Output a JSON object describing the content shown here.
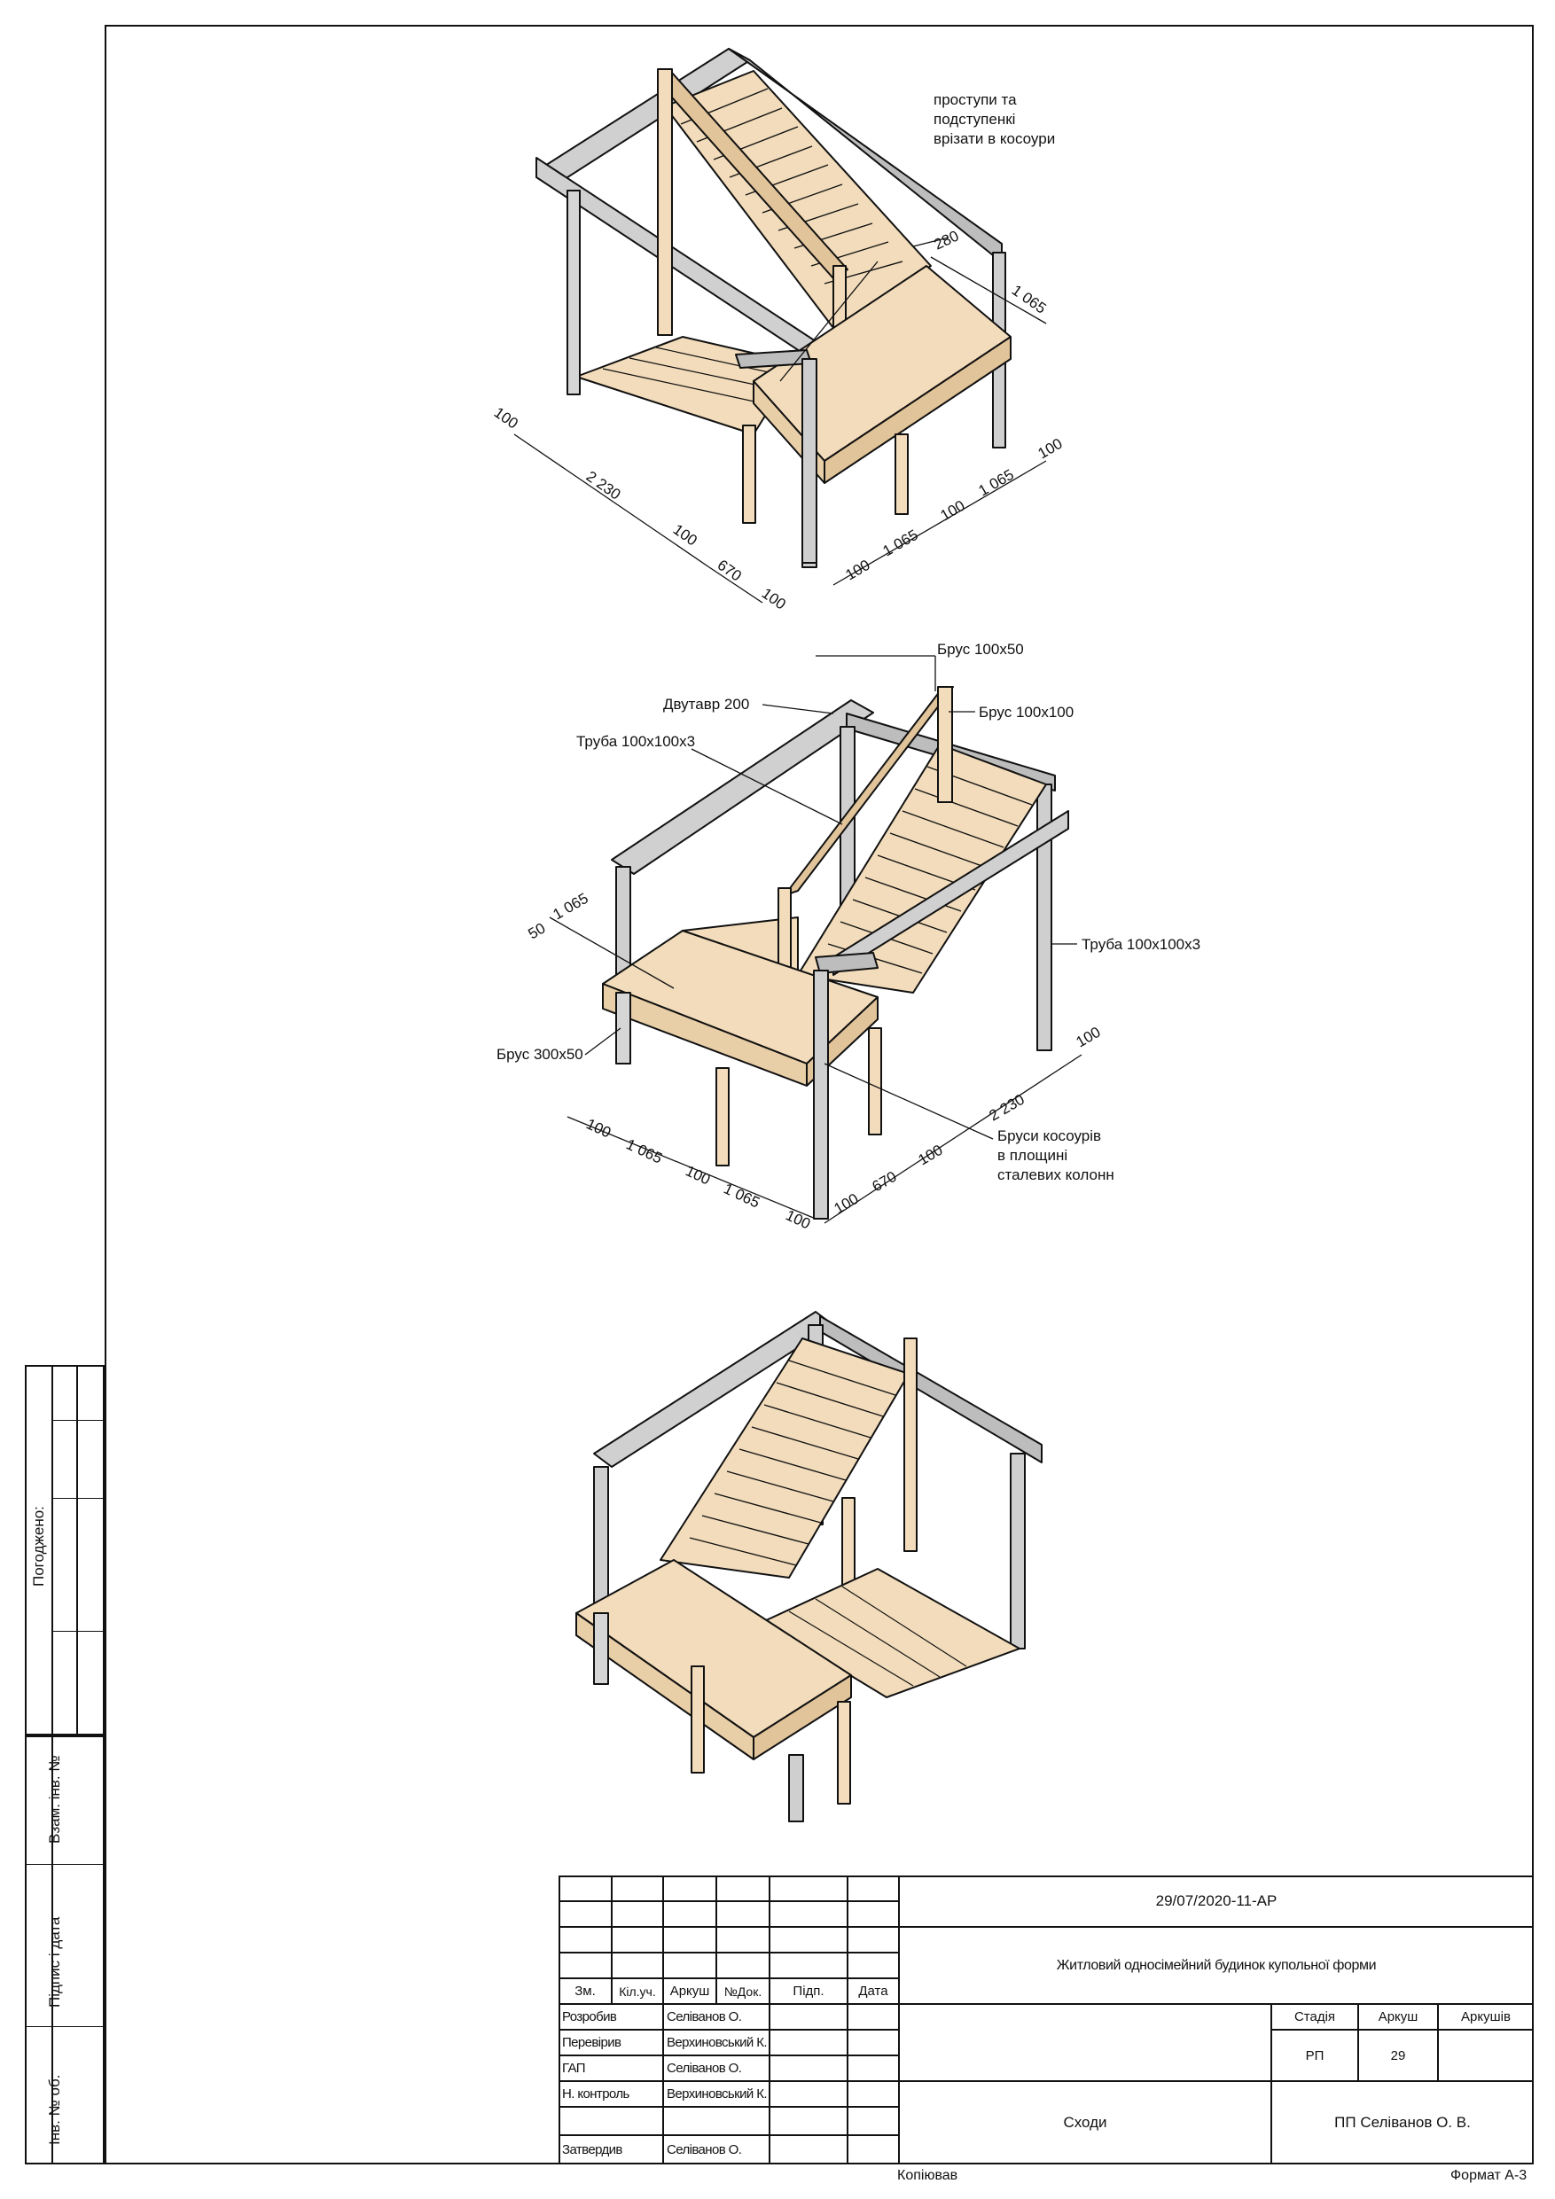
{
  "side_stamp": {
    "agreed_label": "Погоджено:",
    "replace_inv_label": "Взам. інв. №",
    "sign_date_label": "Підпис і дата",
    "inv_no_label": "Інв. № об."
  },
  "drawing1": {
    "note": [
      "проступи та",
      "подступенкі",
      "врізати в косоури"
    ],
    "dims": {
      "d280": "280",
      "d1065a": "1 065",
      "d100a": "100",
      "d2230": "2 230",
      "d100b": "100",
      "d670": "670",
      "d100c": "100",
      "d100d": "100",
      "d1065b": "1 065",
      "d100e": "100",
      "d1065c": "1 065",
      "d100f": "100"
    }
  },
  "drawing2": {
    "labels": {
      "beam_100x50": "Брус 100х50",
      "beam_100x100": "Брус 100х100",
      "i_beam": "Двутавр 200",
      "pipe_left": "Труба 100х100х3",
      "pipe_right": "Труба 100х100х3",
      "beam_300x50": "Брус 300х50",
      "stringers": [
        "Бруси косоурів",
        "в площині",
        "сталевих колонн"
      ]
    },
    "dims": {
      "d50": "50",
      "d1065a": "1 065",
      "d100a": "100",
      "d2230": "2 230",
      "d100b": "100",
      "d670": "670",
      "d100c": "100",
      "d100d": "100",
      "d1065b": "1 065",
      "d100e": "100",
      "d1065c": "1 065",
      "d100f": "100"
    }
  },
  "title_block": {
    "project_code": "29/07/2020-11-АР",
    "project_name": "Житловий односімейний будинок купольної форми",
    "sheet_title": "Сходи",
    "company": "ПП Селіванов О. В.",
    "headers": [
      "Зм.",
      "Кіл.уч.",
      "Аркуш",
      "№Док.",
      "Підп.",
      "Дата"
    ],
    "stage_label": "Стадія",
    "sheet_label": "Аркуш",
    "sheets_label": "Аркушів",
    "stage": "РП",
    "sheet": "29",
    "sheets": "",
    "roles": [
      {
        "role": "Розробив",
        "name": "Селіванов О."
      },
      {
        "role": "Перевірив",
        "name": "Верхиновський К."
      },
      {
        "role": "ГАП",
        "name": "Селіванов О."
      },
      {
        "role": "Н. контроль",
        "name": "Верхиновський К."
      },
      {
        "role": "",
        "name": ""
      },
      {
        "role": "Затвердив",
        "name": "Селіванов О."
      }
    ]
  },
  "footer": {
    "copied": "Копіював",
    "format": "Формат А-3"
  },
  "colors": {
    "wood": "#f2dcbb",
    "wood_dark": "#e2c49a",
    "steel": "#d0d0d0",
    "steel_dark": "#a9a9a9",
    "line": "#111111"
  }
}
